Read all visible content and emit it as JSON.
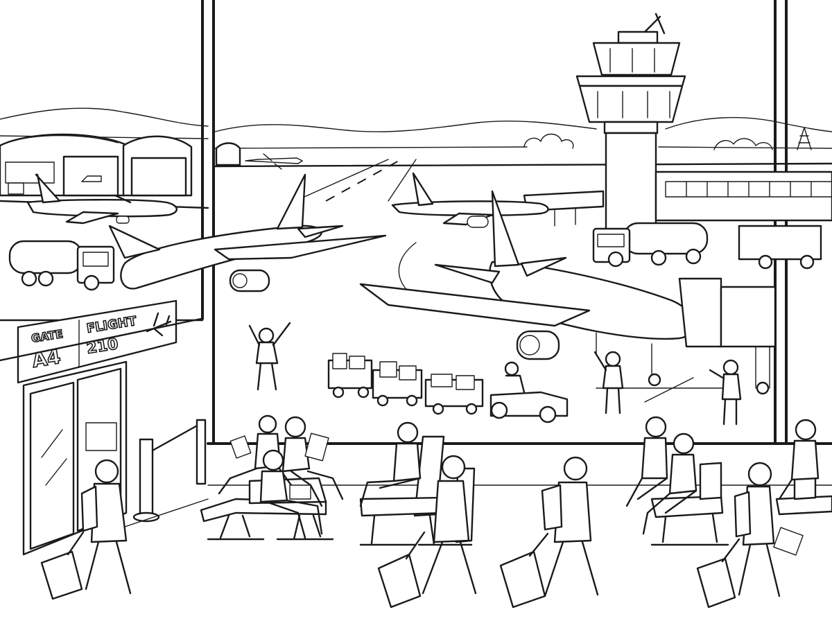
{
  "gate_sign": {
    "gate_label": "GATE",
    "gate_number": "A4",
    "flight_label": "FLIGHT",
    "flight_number": "210",
    "icon": "airplane-icon"
  },
  "colors": {
    "line": "#1a1a1a",
    "background": "#ffffff"
  }
}
